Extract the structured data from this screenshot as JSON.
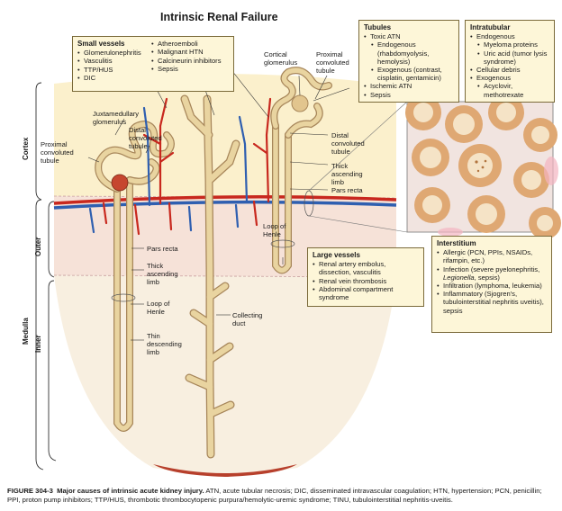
{
  "title": "Intrinsic Renal Failure",
  "regions": {
    "cortex": "Cortex",
    "medulla": "Medulla",
    "outer": "Outer",
    "inner": "Inner"
  },
  "labels": {
    "cortical_glomerulus": "Cortical glomerulus",
    "proximal_convoluted_top": "Proximal convoluted tubule",
    "juxtamedullary_glomerulus": "Juxtamedullary glomerulus",
    "distal_convoluted_left": "Distal convoluted tubule",
    "proximal_convoluted_left": "Proximal convoluted tubule",
    "distal_convoluted_right": "Distal convoluted tubule",
    "thick_ascending_right": "Thick ascending limb",
    "pars_recta_right": "Pars recta",
    "pars_recta_left": "Pars recta",
    "thick_ascending_left": "Thick ascending limb",
    "loop_henle_right": "Loop of Henle",
    "loop_henle_left": "Loop of Henle",
    "collecting_duct": "Collecting duct",
    "thin_descending": "Thin descending limb"
  },
  "boxes": {
    "small_vessels": {
      "heading": "Small vessels",
      "col1": [
        "Glomerulonephritis",
        "Vasculitis",
        "TTP/HUS",
        "DIC"
      ],
      "col2": [
        "Atheroemboli",
        "Malignant HTN",
        "Calcineurin inhibitors",
        "Sepsis"
      ]
    },
    "tubules": {
      "heading": "Tubules",
      "items": [
        "Toxic ATN",
        "Endogenous (rhabdomyolysis, hemolysis)",
        "Exogenous (contrast, cisplatin, gentamicin)",
        "Ischemic ATN",
        "Sepsis"
      ]
    },
    "intratubular": {
      "heading": "Intratubular",
      "items": [
        "Endogenous",
        "Myeloma proteins",
        "Uric acid (tumor lysis syndrome)",
        "Cellular debris",
        "Exogenous",
        "Acyclovir, methotrexate"
      ]
    },
    "large_vessels": {
      "heading": "Large vessels",
      "items": [
        "Renal artery embolus, dissection, vasculitis",
        "Renal vein thrombosis",
        "Abdominal compartment syndrome"
      ]
    },
    "interstitium": {
      "heading": "Interstitium",
      "items": [
        "Allergic (PCN, PPIs, NSAIDs, rifampin, etc.)",
        "Infection (severe pyelonephritis,",
        "Legionella",
        ", sepsis)",
        "Infiltration (lymphoma, leukemia)",
        "Inflammatory (Sjogren's, tubulointerstitial nephritis uveitis), sepsis"
      ]
    }
  },
  "caption": {
    "label": "FIGURE 304-3",
    "heading": "Major causes of intrinsic acute kidney injury.",
    "text": "ATN, acute tubular necrosis; DIC, disseminated intravascular coagulation; HTN, hypertension; PCN, penicillin; PPI, proton pump inhibitors; TTP/HUS, thrombotic thrombocytopenic purpura/hemolytic-uremic syndrome; TINU, tubulointerstitial nephritis-uveitis."
  },
  "colors": {
    "cortex_bg": "#fbf0cc",
    "outer_bg": "#f6e2d8",
    "inner_bg": "#f8efe0",
    "tubule": "#e9d4a0",
    "tubule_edge": "#a7865a",
    "artery": "#c8281e",
    "vein": "#2f5fb0",
    "box_bg": "#fdf6d8"
  }
}
